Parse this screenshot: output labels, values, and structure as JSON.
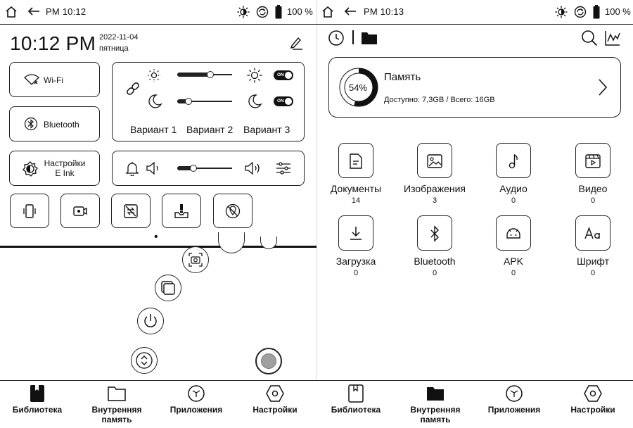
{
  "left": {
    "status": {
      "time": "PM  10:12",
      "battery": "100 %"
    },
    "header": {
      "clock": "10:12 PM",
      "date": "2022-11-04",
      "weekday": "пятница"
    },
    "tiles": {
      "wifi": "Wi-Fi",
      "bluetooth": "Bluetooth",
      "eink_line1": "Настройки",
      "eink_line2": "E Ink"
    },
    "light": {
      "variants": [
        "Вариант 1",
        "Вариант 2",
        "Вариант 3"
      ],
      "warm_level": 0.6,
      "cold_level": 0.2,
      "toggle_warm": "ON",
      "toggle_cold": "ON"
    },
    "volume": {
      "level": 0.3
    },
    "page_indicator": "•",
    "nav": {
      "library": "Библиотека",
      "storage_line1": "Внутренняя",
      "storage_line2": "память",
      "apps": "Приложения",
      "settings": "Настройки"
    }
  },
  "right": {
    "status": {
      "time": "PM  10:13",
      "battery": "100 %"
    },
    "memory": {
      "percent": "54%",
      "percent_value": 54,
      "title": "Память",
      "details": "Доступно: 7,3GB / Всего: 16GB"
    },
    "categories": [
      {
        "name": "Документы",
        "count": "14",
        "icon": "document-icon"
      },
      {
        "name": "Изображения",
        "count": "3",
        "icon": "image-icon"
      },
      {
        "name": "Аудио",
        "count": "0",
        "icon": "audio-icon"
      },
      {
        "name": "Видео",
        "count": "0",
        "icon": "video-icon"
      },
      {
        "name": "Загрузка",
        "count": "0",
        "icon": "download-icon"
      },
      {
        "name": "Bluetooth",
        "count": "0",
        "icon": "bluetooth-icon"
      },
      {
        "name": "APK",
        "count": "0",
        "icon": "android-icon"
      },
      {
        "name": "Шрифт",
        "count": "0",
        "icon": "font-icon"
      }
    ],
    "nav": {
      "library": "Библиотека",
      "storage_line1": "Внутренняя",
      "storage_line2": "память",
      "apps": "Приложения",
      "settings": "Настройки"
    }
  },
  "colors": {
    "ink": "#111111",
    "line": "#222222",
    "fab_fill": "#a0a0a0",
    "background": "#ffffff"
  }
}
